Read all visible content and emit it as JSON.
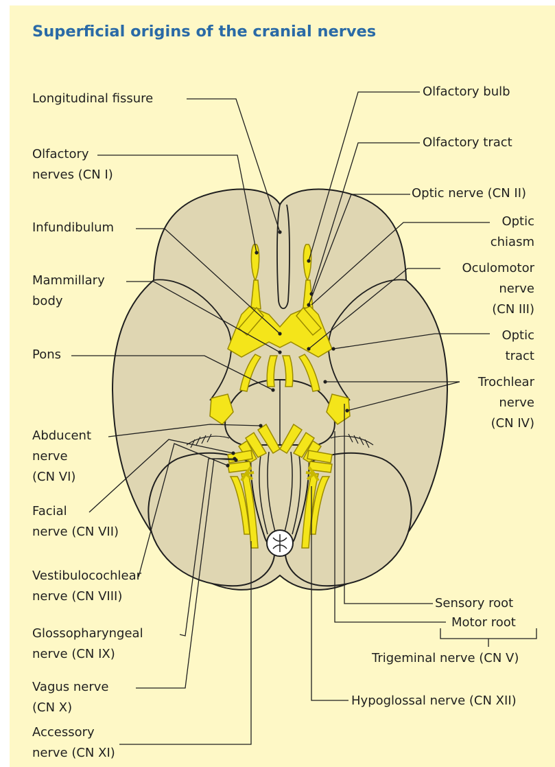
{
  "title": "Superficial origins of the cranial nerves",
  "colors": {
    "background": "#fef8c6",
    "brain_fill": "#dfd6b2",
    "outline": "#1f1f1f",
    "nerve_fill": "#f4e51a",
    "nerve_stroke": "#9a8a00",
    "title": "#2a6aa6"
  },
  "labels": {
    "longitudinal_fissure": [
      "Longitudinal fissure"
    ],
    "olfactory_nerves": [
      "Olfactory",
      "nerves (CN I)"
    ],
    "infundibulum": [
      "Infundibulum"
    ],
    "mammillary_body": [
      "Mammillary",
      "body"
    ],
    "pons": [
      "Pons"
    ],
    "abducent_nerve": [
      "Abducent",
      "nerve",
      "(CN VI)"
    ],
    "facial_nerve": [
      "Facial",
      "nerve (CN VII)"
    ],
    "vestibulocochlear_nerve": [
      "Vestibulocochlear",
      "nerve (CN VIII)"
    ],
    "glossopharyngeal_nerve": [
      "Glossopharyngeal",
      "nerve (CN IX)"
    ],
    "vagus_nerve": [
      "Vagus nerve",
      "(CN X)"
    ],
    "accessory_nerve": [
      "Accessory",
      "nerve (CN XI)"
    ],
    "olfactory_bulb": [
      "Olfactory bulb"
    ],
    "olfactory_tract": [
      "Olfactory tract"
    ],
    "optic_nerve": [
      "Optic nerve (CN II)"
    ],
    "optic_chiasm": [
      "Optic",
      "chiasm"
    ],
    "oculomotor_nerve": [
      "Oculomotor",
      "nerve",
      "(CN III)"
    ],
    "optic_tract": [
      "Optic",
      "tract"
    ],
    "trochlear_nerve": [
      "Trochlear",
      "nerve",
      "(CN IV)"
    ],
    "sensory_root": [
      "Sensory root"
    ],
    "motor_root": [
      "Motor root"
    ],
    "trigeminal_nerve": [
      "Trigeminal nerve (CN V)"
    ],
    "hypoglossal_nerve": [
      "Hypoglossal nerve (CN XII)"
    ]
  }
}
